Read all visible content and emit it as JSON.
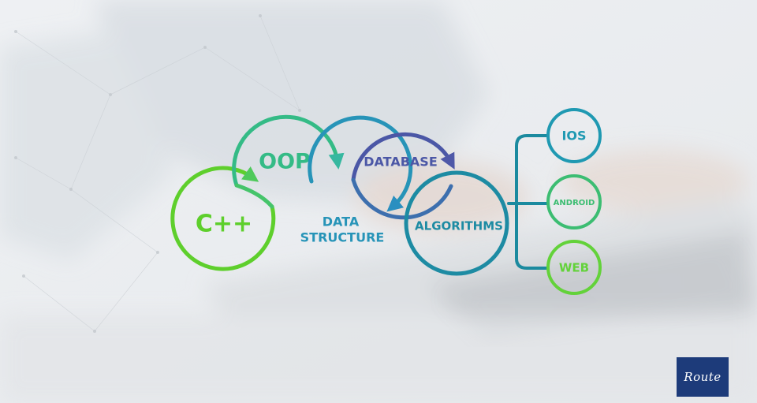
{
  "diagram": {
    "nodes": {
      "cpp": {
        "label": "C++",
        "color": "#5ecf2c"
      },
      "oop": {
        "label": "OOP",
        "color": "#34bb86"
      },
      "data_structure": {
        "line1": "DATA",
        "line2": "STRUCTURE",
        "color": "#2794b8"
      },
      "database": {
        "label": "DATABASE",
        "color": "#4b57a6"
      },
      "algorithms": {
        "label": "ALGORITHMS",
        "color": "#1d8ba3"
      }
    },
    "platforms": [
      {
        "label": "IOS",
        "color": "#1f99b2"
      },
      {
        "label": "ANDROID",
        "color": "#3cbd72"
      },
      {
        "label": "WEB",
        "color": "#63d23a"
      }
    ],
    "connector_color": "#1b8a9f"
  },
  "brand": {
    "logo_text": "Route",
    "logo_bg": "#1d3b7a"
  }
}
